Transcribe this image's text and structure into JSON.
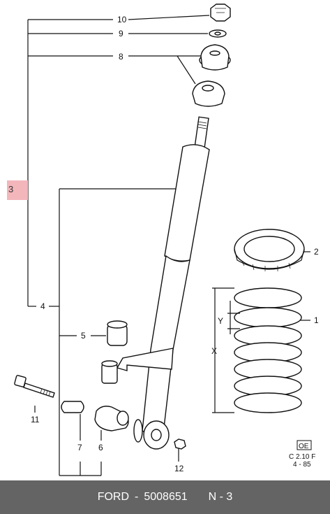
{
  "callouts": {
    "p10": "10",
    "p9": "9",
    "p8": "8",
    "p3": "3",
    "p4": "4",
    "p2": "2",
    "p1": "1",
    "p5": "5",
    "p11": "11",
    "p7": "7",
    "p6": "6",
    "p12": "12",
    "y": "Y",
    "x": "X"
  },
  "highlight": {
    "label": "3",
    "color": "#f3b6bb"
  },
  "stamp": {
    "badge": "OE",
    "line1": "C 2.10 F",
    "line2": "4 - 85"
  },
  "footer": {
    "brand": "FORD",
    "sep": "-",
    "part_number": "5008651",
    "variant": "N - 3"
  }
}
